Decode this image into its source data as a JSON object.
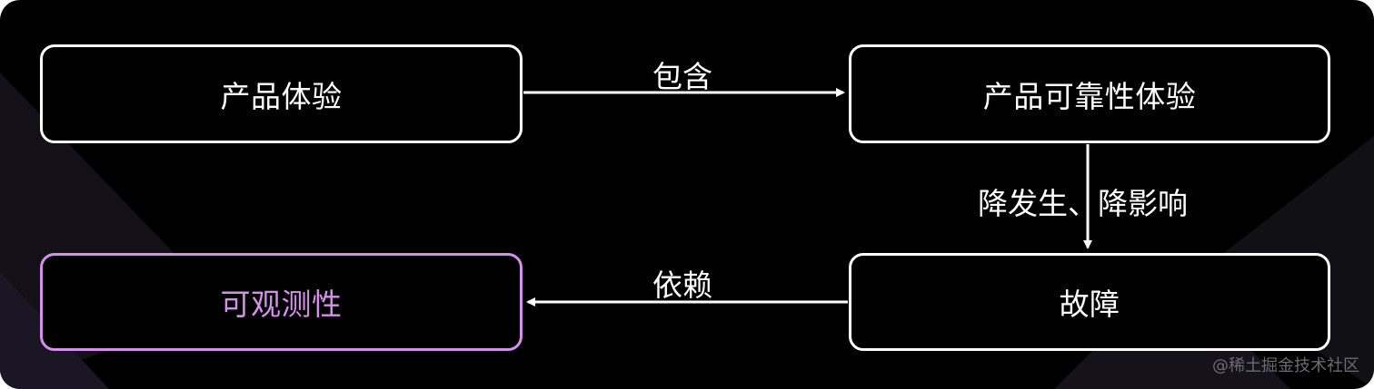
{
  "diagram": {
    "nodes": {
      "product_experience": "产品体验",
      "reliability_experience": "产品可靠性体验",
      "fault": "故障",
      "observability": "可观测性"
    },
    "edges": {
      "contains": "包含",
      "reduce": "降发生、降影响",
      "depends": "依赖"
    }
  },
  "watermark": "@稀土掘金技术社区",
  "colors": {
    "background": "#000000",
    "node_border": "#ffffff",
    "highlight": "#d490ea",
    "watermark": "#6b6b73"
  }
}
